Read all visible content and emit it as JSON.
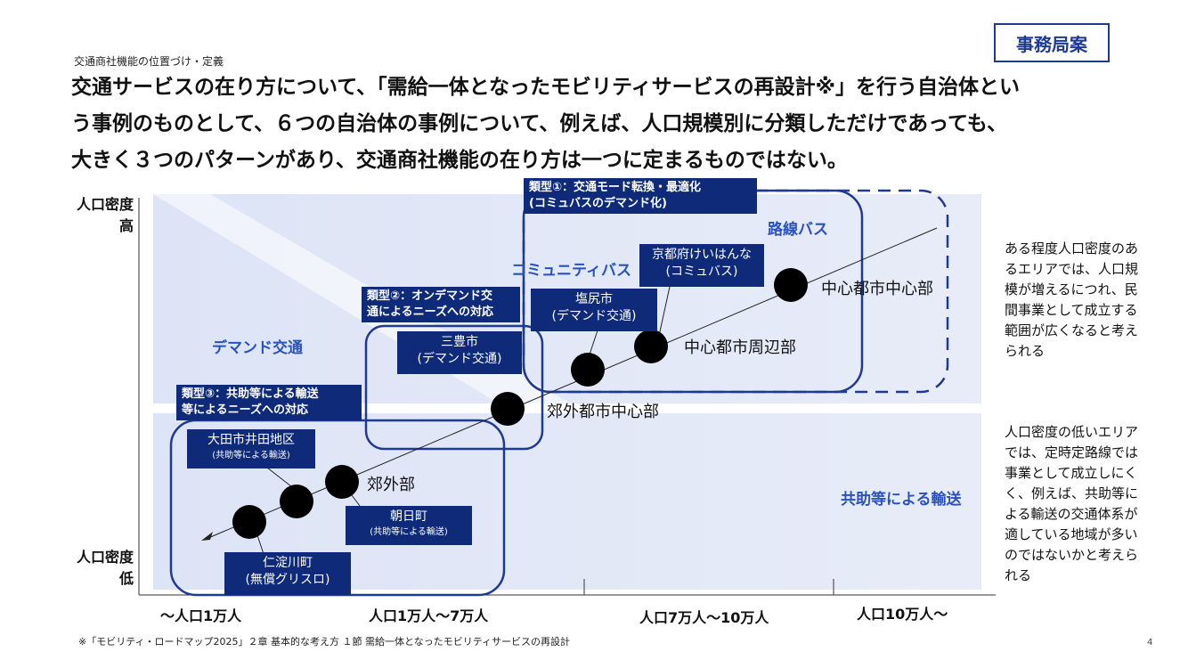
{
  "badge": "事務局案",
  "breadcrumb": "交通商社機能の位置づけ・定義",
  "headline": [
    "交通サービスの在り方について、「需給一体となったモビリティサービスの再設計※」を行う自治体とい",
    "う事例のものとして、６つの自治体の事例について、例えば、人口規模別に分類しただけであっても、",
    "大きく３つのパターンがあり、交通商社機能の在り方は一つに定まるものではない。"
  ],
  "axis": {
    "y_high": [
      "人口密度",
      "高"
    ],
    "y_low": [
      "人口密度",
      "低"
    ],
    "x_categories": [
      "～人口1万人",
      "人口1万人～7万人",
      "人口7万人～10万人",
      "人口10万人～"
    ]
  },
  "regions": {
    "demand": "デマンド交通",
    "community": "コミュニティバス",
    "route": "路線バス",
    "mutual": "共助等による輸送"
  },
  "types": {
    "type1": [
      "類型①：交通モード転換・最適化",
      "(コミュバスのデマンド化)"
    ],
    "type2": [
      "類型②：オンデマンド交",
      "通によるニーズへの対応"
    ],
    "type3": [
      "類型③：共助等による輸送",
      "等によるニーズへの対応"
    ]
  },
  "callouts": {
    "kyoto": [
      "京都府けいはんな",
      "(コミュバス)"
    ],
    "shiojiri": [
      "塩尻市",
      "(デマンド交通)"
    ],
    "mitoyo": [
      "三豊市",
      "(デマンド交通)"
    ],
    "ota": [
      "大田市井田地区",
      "(共助等による輸送)"
    ],
    "asahi": [
      "朝日町",
      "(共助等による輸送)"
    ],
    "niyodo": [
      "仁淀川町",
      "(無償グリスロ)"
    ]
  },
  "point_labels": {
    "center": "中心都市中心部",
    "periphery": "中心都市周辺部",
    "suburb_center": "郊外都市中心部",
    "suburb": "郊外部"
  },
  "notes": {
    "upper": "ある程度人口密度のあるエリアでは、人口規模が増えるにつれ、民間事業として成立する範囲が広くなると考えられる",
    "lower": "人口密度の低いエリアでは、定時定路線では事業として成立しにくく、例えば、共助等による輸送の交通体系が適している地域が多いのではないかと考えられる"
  },
  "footnote": "※「モビリティ・ロードマップ2025」２章 基本的な考え方 １節 需給一体となったモビリティサービスの再設計",
  "page_number": "4",
  "colors": {
    "navy": "#0e2a78",
    "frame": "#1f3a93",
    "band": "#e4e9f8",
    "label_blue": "#2a52be"
  }
}
